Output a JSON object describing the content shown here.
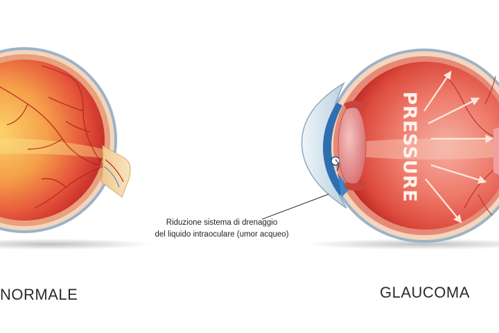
{
  "labels": {
    "normal": "NORMALE",
    "glaucoma": "GLAUCOMA"
  },
  "annotation": {
    "line1": "Riduzione sistema di drenaggio",
    "line2": "del liquido intraoculare (umor acqueo)"
  },
  "pressure_text": "PRESSURE",
  "colors": {
    "retina_outer": "#e0493a",
    "retina_inner": "#f29a46",
    "sclera": "#f0c9a8",
    "vessel": "#b3261e",
    "optic_nerve": "#f3d9a9",
    "lens": "#e58a8a",
    "cornea": "#d8e8f2",
    "iris": "#2f6fb0",
    "arrow": "#fbe6dc"
  }
}
